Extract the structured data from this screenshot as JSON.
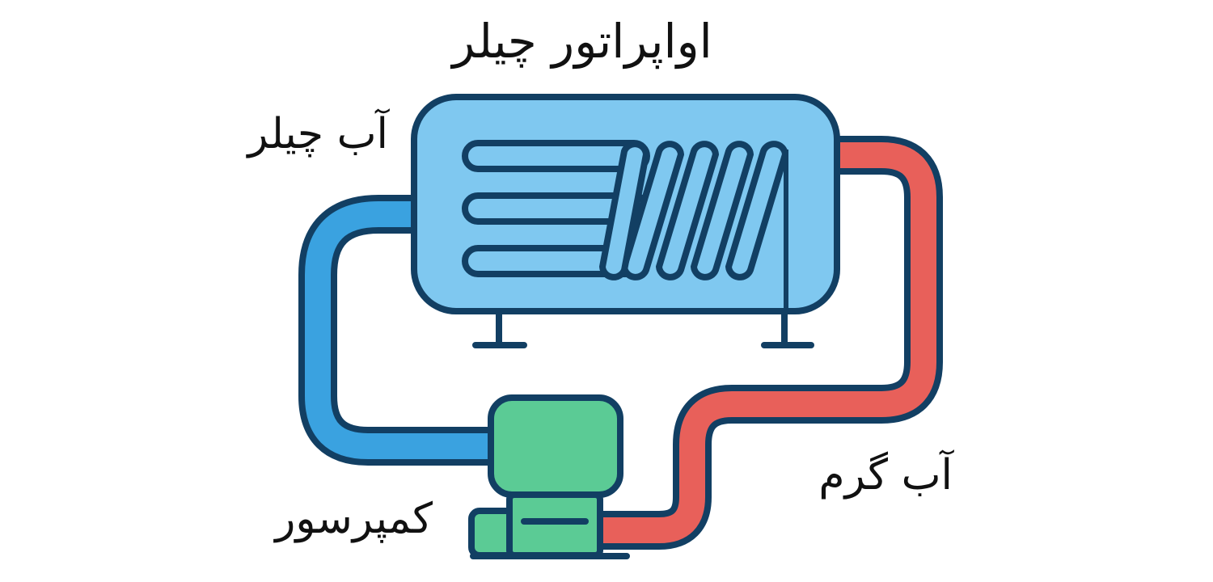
{
  "labels": {
    "title": "اواپراتور چیلر",
    "chilled_water": "آب چیلر",
    "hot_water": "آب گرم",
    "compressor": "کمپرسور"
  },
  "colors": {
    "outline": "#123f63",
    "evaporator_fill": "#7fc8f0",
    "cold_pipe": "#3aa2e0",
    "hot_pipe": "#e8605a",
    "compressor_fill": "#5bcb95",
    "text": "#111111"
  }
}
